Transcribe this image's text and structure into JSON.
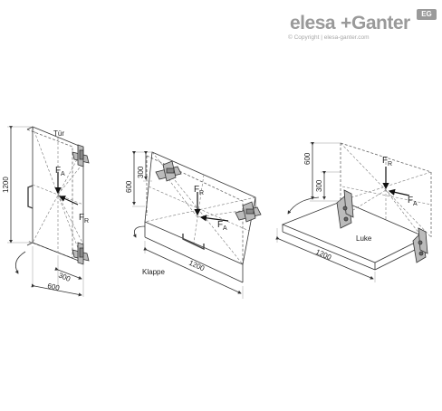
{
  "brand": {
    "elesa": "elesa",
    "plus": "+",
    "ganter": "Ganter",
    "badge": "EG",
    "copyright": "© Copyright | elesa-ganter.com"
  },
  "door": {
    "label": "Tür",
    "dim_height": "1200",
    "dim_half": "300",
    "dim_width": "600",
    "force_a": "F",
    "force_a_sub": "A",
    "force_r": "F",
    "force_r_sub": "R"
  },
  "flap": {
    "label": "Klappe",
    "dim_height": "600",
    "dim_half": "300",
    "dim_width": "1200",
    "force_a": "F",
    "force_a_sub": "A",
    "force_r": "F",
    "force_r_sub": "R"
  },
  "hatch": {
    "label": "Luke",
    "dim_height": "600",
    "dim_half": "300",
    "dim_width": "1200",
    "force_a": "F",
    "force_a_sub": "A",
    "force_r": "F",
    "force_r_sub": "R"
  }
}
